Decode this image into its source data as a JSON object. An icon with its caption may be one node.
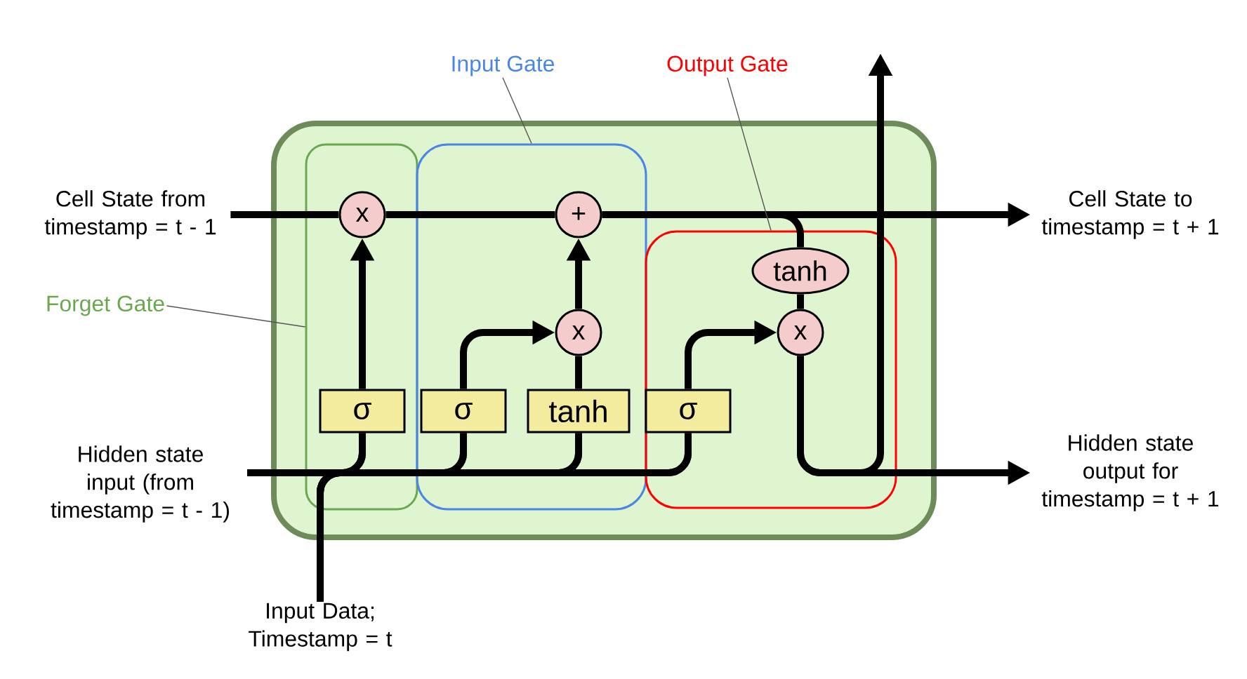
{
  "diagram": {
    "nodes": [
      {
        "text": [],
        "shape": "box"
      },
      {
        "text": [],
        "shape": "box",
        "in": 0
      },
      {
        "text": [
          "x"
        ],
        "in": 1
      },
      {
        "text": [
          "σ"
        ],
        "in": 1
      },
      {
        "text": [],
        "shape": "box",
        "in": 0
      },
      {
        "text": [
          "+"
        ],
        "in": 4
      },
      {
        "text": [
          "x"
        ],
        "in": 4
      },
      {
        "text": [
          "σ"
        ],
        "in": 4
      },
      {
        "text": [
          "tanh"
        ],
        "in": 4
      },
      {
        "text": [],
        "shape": "box",
        "in": 0
      },
      {
        "text": [
          "tanh"
        ],
        "in": 9
      },
      {
        "text": [
          "x"
        ],
        "in": 9
      },
      {
        "text": [
          "σ"
        ],
        "in": 9
      },
      {
        "text": [
          "Cell State from timestamp = t - 1"
        ]
      },
      {
        "text": [
          "Cell State to timestamp = t + 1"
        ]
      },
      {
        "text": [
          "Hidden state input (from timestamp =  t - 1)"
        ]
      },
      {
        "text": [
          "Hidden state output for timestamp = t + 1"
        ]
      },
      {
        "text": [
          "Input Data; Timestamp = t"
        ]
      },
      {
        "text": [
          "Forget Gate"
        ]
      },
      {
        "text": [
          "Input Gate"
        ]
      },
      {
        "text": [
          "Output Gate"
        ]
      }
    ],
    "edges": [
      {
        "from": 13,
        "to": 2,
        "arrow": "none"
      },
      {
        "from": 2,
        "to": 5,
        "arrow": "none"
      },
      {
        "from": 5,
        "to": 14,
        "arrow": "to"
      },
      {
        "from": 5,
        "to": 10,
        "arrow": "none"
      },
      {
        "from": 10,
        "to": 11,
        "arrow": "none"
      },
      {
        "from": 11,
        "to": 16,
        "arrow": "to"
      },
      {
        "from": 11,
        "to": null,
        "arrow": "to"
      },
      {
        "from": 15,
        "to": 3,
        "arrow": "none"
      },
      {
        "from": 15,
        "to": 7,
        "arrow": "none"
      },
      {
        "from": 15,
        "to": 8,
        "arrow": "none"
      },
      {
        "from": 15,
        "to": 12,
        "arrow": "none"
      },
      {
        "from": 17,
        "to": 3,
        "arrow": "none"
      },
      {
        "from": 17,
        "to": 7,
        "arrow": "none"
      },
      {
        "from": 17,
        "to": 8,
        "arrow": "none"
      },
      {
        "from": 17,
        "to": 12,
        "arrow": "none"
      },
      {
        "from": 3,
        "to": 2,
        "arrow": "to"
      },
      {
        "from": 7,
        "to": 6,
        "arrow": "to"
      },
      {
        "from": 8,
        "to": 6,
        "arrow": "none"
      },
      {
        "from": 6,
        "to": 5,
        "arrow": "to"
      },
      {
        "from": 12,
        "to": 11,
        "arrow": "to"
      },
      {
        "from": 18,
        "to": 1,
        "arrow": "none",
        "color": "#555555"
      },
      {
        "from": 19,
        "to": 4,
        "arrow": "none",
        "color": "#555555"
      },
      {
        "from": 20,
        "to": 9,
        "arrow": "none",
        "color": "#555555"
      }
    ]
  }
}
